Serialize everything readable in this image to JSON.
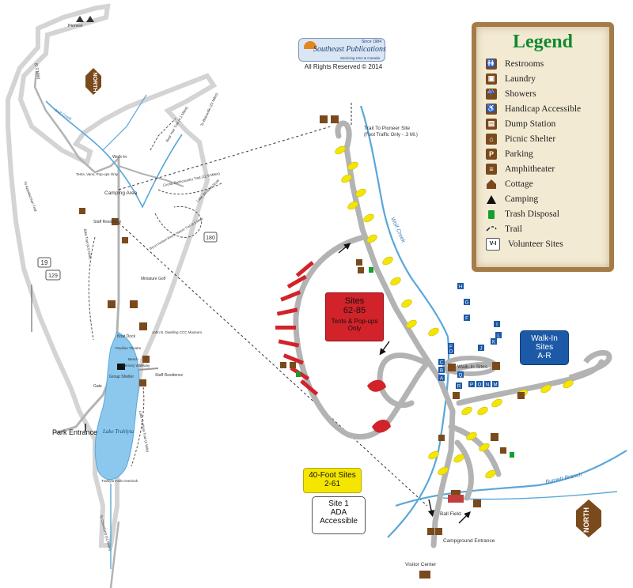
{
  "publisher": {
    "name": "Southeast Publications",
    "since": "Since 1984",
    "tagline": "Servicing USA & Canada",
    "copyright": "All Rights Reserved © 2014"
  },
  "legend": {
    "title": "Legend",
    "items": [
      {
        "label": "Restrooms",
        "icon": "restroom-icon"
      },
      {
        "label": "Laundry",
        "icon": "laundry-icon"
      },
      {
        "label": "Showers",
        "icon": "shower-icon"
      },
      {
        "label": "Handicap Accessible",
        "icon": "wheelchair-icon"
      },
      {
        "label": "Dump Station",
        "icon": "dump-station-icon"
      },
      {
        "label": "Picnic Shelter",
        "icon": "picnic-shelter-icon"
      },
      {
        "label": "Parking",
        "icon": "parking-icon"
      },
      {
        "label": "Amphitheater",
        "icon": "amphitheater-icon"
      },
      {
        "label": "Cottage",
        "icon": "cottage-icon"
      },
      {
        "label": "Camping",
        "icon": "tent-icon"
      },
      {
        "label": "Trash Disposal",
        "icon": "trash-can-icon"
      },
      {
        "label": "Trail",
        "icon": "trail-dash-icon"
      },
      {
        "label": "Volunteer Sites",
        "icon": "volunteer-sites-icon"
      }
    ],
    "volunteer_code": "V-I",
    "parking_letter": "P"
  },
  "left_map": {
    "north": "NORTH",
    "lake_name": "Lake Trahlyta",
    "labels": {
      "pioneer": "Pioneer",
      "mile_03": "(0.3 Mile)",
      "wolf_creek_left": "Wolf Creek",
      "walk_in": "Walk-In",
      "tents_popups": "Tents, Vans, Pop-ups Only",
      "camping_area": "Camping Area",
      "staff_residence_1": "Staff Residence",
      "staff_residence_2": "Staff Residence",
      "bear_hair_trail": "Bear Hair Trail (4.1 Miles)",
      "coosa_trail": "Coosa Backcountry Trail (12.9 Miles)",
      "lake_winfield_scott": "Lake Winfield Scott",
      "byron_herbert_trail": "Byron Herbert Reece Nature Trail (0.5 Mile)",
      "to_blairsville": "To Blairsville (10 Miles)",
      "to_cleveland": "To Cleveland (11 Miles)",
      "miniature_golf": "Miniature Golf",
      "boat_dock": "Boat Dock",
      "ccc_museum": "John B. Dwelling CCC Museum",
      "pavilion_theatre": "Pavilion Theatre",
      "beach": "Beach",
      "memory_walkway": "Memory Walkway",
      "group_shelter": "Group Shelter",
      "park_entrance": "Park Entrance",
      "trahlyta_falls": "Trahlyta Falls Overlook",
      "gate": "Gate",
      "lake_trail": "Lake Trahlyta Trail (1 Mile)",
      "bike_trail": "Bike Trail (0.6 Mile)",
      "to_appalachian": "To Appalachian Trail",
      "route_19": "19",
      "route_129": "129",
      "route_180": "180"
    }
  },
  "right_map": {
    "sites_62_85": {
      "title": "Sites",
      "range": "62-85",
      "note": "Tents & Pop-ups Only"
    },
    "walk_in_sites": {
      "title": "Walk-In",
      "sub": "Sites",
      "range": "A-R"
    },
    "forty_foot": {
      "title": "40-Foot Sites",
      "range": "2-61"
    },
    "site1": {
      "title": "Site 1",
      "l2": "ADA",
      "l3": "Accessible"
    },
    "north": "NORTH",
    "labels": {
      "trail_pioneer": "Trail To Pioneer Site",
      "trail_pioneer_note": "(Foot Traffic Only - .3 Mi.)",
      "wolf_creek": "Wolf Creek",
      "walk_in_sites_small": "Walk-In Sites",
      "burnett_branch": "Burnett Branch",
      "ball_field": "Ball Field",
      "campground_entrance": "Campground Entrance",
      "visitor_center": "Visitor Center"
    },
    "walkin_letters": [
      "H",
      "G",
      "F",
      "I",
      "L",
      "K",
      "J",
      "E",
      "D",
      "C",
      "B",
      "A",
      "R",
      "Q",
      "P",
      "O",
      "N",
      "M"
    ]
  },
  "colors": {
    "road": "#b3b3b3",
    "water": "#5aa7d9",
    "site_yellow": "#f5e600",
    "site_red": "#d2232a",
    "brown_icon": "#7a4a1c",
    "legend_green": "#118a2e",
    "walkin_blue": "#1c5aa8"
  }
}
